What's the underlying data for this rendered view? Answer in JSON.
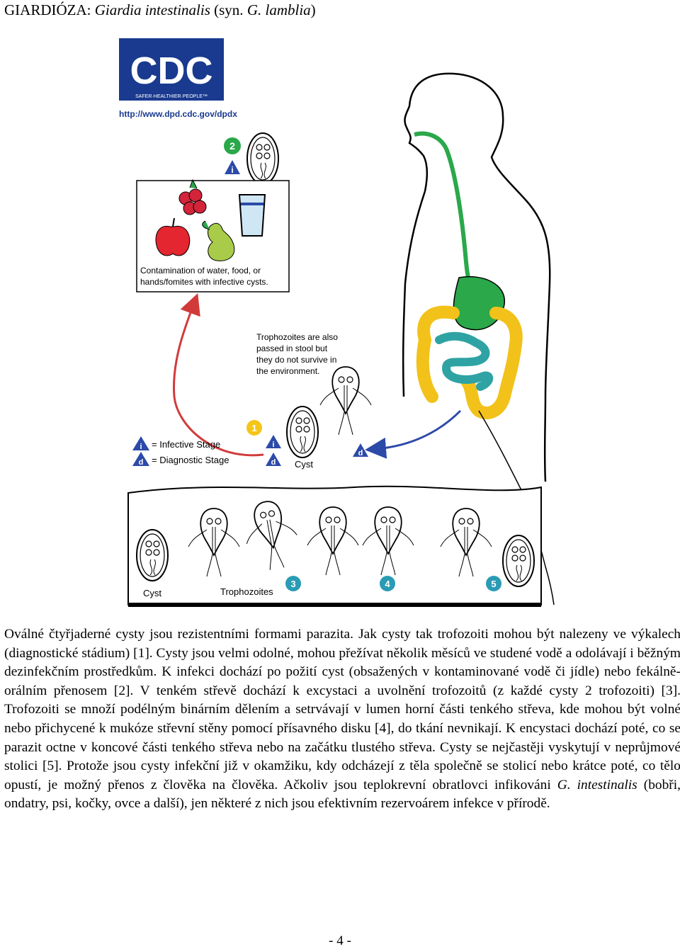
{
  "heading": {
    "prefix": "GIARDIÓZA: ",
    "species": "Giardia intestinalis",
    "syn": " (syn. ",
    "synonym": "G. lamblia",
    "close": ")"
  },
  "figure": {
    "logo_text": "CDC",
    "logo_tagline": "SAFER·HEALTHIER·PEOPLE™",
    "logo_url": "http://www.dpd.cdc.gov/dpdx",
    "contamination_line1": "Contamination of water, food, or",
    "contamination_line2": "hands/fomites with infective cysts.",
    "troph_line1": "Trophozoites are also",
    "troph_line2": "passed in stool but",
    "troph_line3": "they do not survive in",
    "troph_line4": "the environment.",
    "legend_infective": "= Infective Stage",
    "legend_diagnostic": "= Diagnostic Stage",
    "cyst_label_top": "Cyst",
    "cyst_label_bottom": "Cyst",
    "trophozoites_label": "Trophozoites",
    "step1": "1",
    "step2": "2",
    "step3": "3",
    "step4": "4",
    "step5": "5",
    "icon_i": "i",
    "icon_d": "d",
    "colors": {
      "cdc_blue": "#1a3a8f",
      "infective_blue": "#2c4aa8",
      "step_teal": "#2a9bb5",
      "step_yellow": "#f5c518",
      "arrow_red": "#d23a3a",
      "stomach_green": "#2aa84a",
      "colon_yellow": "#f2c21b",
      "small_intestine_teal": "#2fa3a3"
    }
  },
  "body": {
    "p1": "Oválné čtyřjaderné cysty jsou rezistentními formami parazita. Jak cysty tak trofozoiti mohou být nalezeny ve výkalech (diagnostické stádium) [1]. Cysty jsou velmi odolné, mohou přežívat několik měsíců ve studené vodě a odolávají i běžným dezinfekčním prostředkům. K infekci dochází po požití cyst (obsažených v kontaminované vodě či jídle) nebo fekálně-orálním přenosem [2]. V tenkém střevě dochází k excystaci a uvolnění trofozoitů (z každé cysty 2 trofozoiti) [3]. Trofozoiti se množí podélným binárním dělením a setrvávají v lumen horní části tenkého střeva, kde mohou být volné nebo přichycené k mukóze střevní stěny pomocí přísavného disku [4], do tkání nevnikají. K encystaci dochází poté, co se parazit octne v koncové části tenkého střeva nebo na začátku tlustého střeva. Cysty se nejčastěji vyskytují v neprůjmové stolici [5]. Protože jsou cysty infekční již v okamžiku, kdy odcházejí z těla společně se stolicí nebo krátce poté, co tělo opustí, je možný přenos z člověka na člověka. Ačkoliv jsou teplokrevní obratlovci infikováni ",
    "p1_italic": "G. intestinalis",
    "p1_end": " (bobři, ondatry, psi, kočky, ovce a další), jen některé z nich jsou efektivním rezervoárem infekce v přírodě."
  },
  "page_number": "- 4 -"
}
